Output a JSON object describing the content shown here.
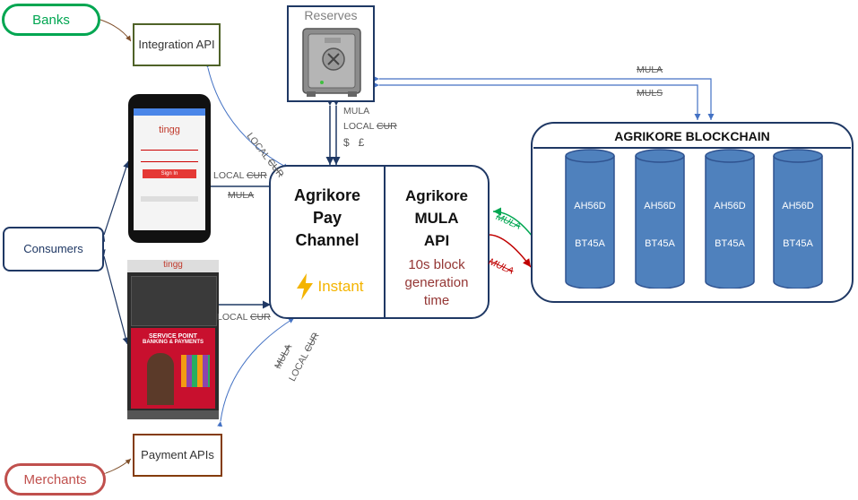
{
  "nodes": {
    "banks": "Banks",
    "integration_api": "Integration API",
    "reserves": "Reserves",
    "consumers": "Consumers",
    "payment_apis": "Payment APIs",
    "merchants": "Merchants"
  },
  "channel": {
    "title_line1": "Agrikore",
    "title_line2": "Pay",
    "title_line3": "Channel",
    "instant": "Instant",
    "api_line1": "Agrikore",
    "api_line2": "MULA",
    "api_line3": "API",
    "api_note_line1": "10s block",
    "api_note_line2": "generation",
    "api_note_line3": "time"
  },
  "blockchain": {
    "title": "AGRIKORE BLOCKCHAIN",
    "blocks": [
      {
        "top": "AH56D",
        "bottom": "BT45A"
      },
      {
        "top": "AH56D",
        "bottom": "BT45A"
      },
      {
        "top": "AH56D",
        "bottom": "BT45A"
      },
      {
        "top": "AH56D",
        "bottom": "BT45A"
      }
    ]
  },
  "edge_labels": {
    "reserves_mula": "MULA",
    "reserves_local": "LOCAL",
    "reserves_cur": "CUR",
    "reserves_symbols": "$   £",
    "top_mula": "MULA",
    "top_muls": "MULS",
    "phone_local": "LOCAL",
    "phone_cur": "CUR",
    "phone_mula": "MULA",
    "integration_local": "LOCAL",
    "integration_cur": "CUR",
    "kiosk_local": "LOCAL",
    "kiosk_cur": "CUR",
    "payment_mula": "MULA",
    "payment_local": "LOCAL",
    "payment_cur": "CUR",
    "chain_in": "MULA",
    "chain_out": "MULA"
  },
  "phone_screen": {
    "brand": "tingg",
    "button": "Sign In"
  },
  "kiosk": {
    "brand": "tingg",
    "sign_line1": "SERVICE POINT",
    "sign_line2": "BANKING & PAYMENTS"
  },
  "colors": {
    "banks": "#00a651",
    "merchants": "#c0504d",
    "integration": "#4f6228",
    "payment": "#843c0c",
    "navy": "#1f3864",
    "blue": "#4472c4",
    "cylinder": "#4f81bd",
    "instant": "#f4b400",
    "api_note": "#943634"
  }
}
